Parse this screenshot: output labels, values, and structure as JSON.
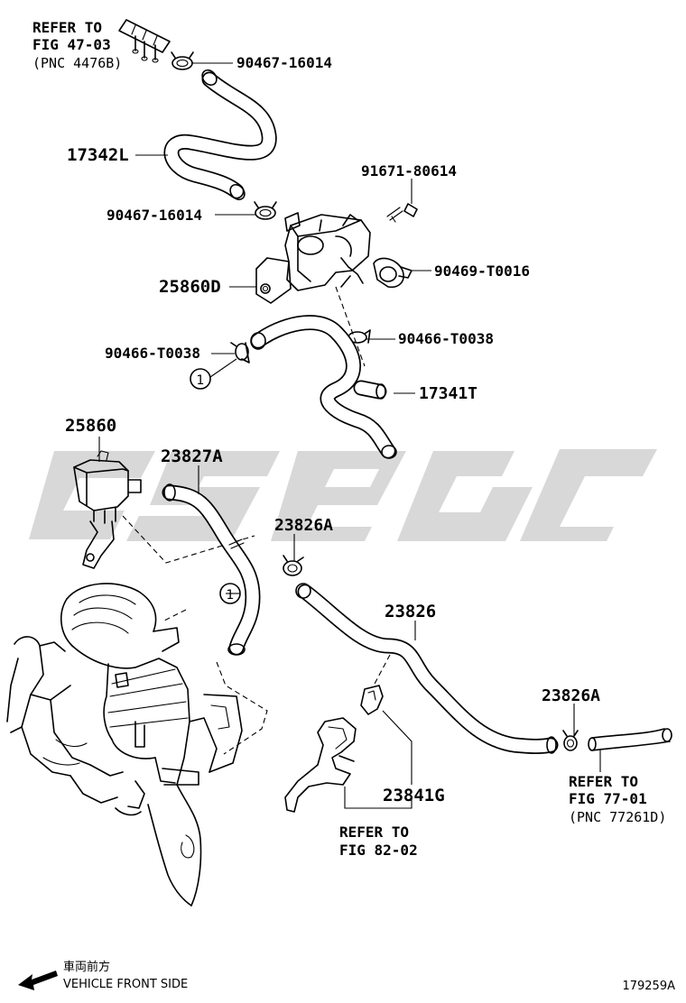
{
  "labels": {
    "ref_47_line1": "REFER TO",
    "ref_47_line2": "FIG 47-03",
    "ref_47_line3": "(PNC 4476B)",
    "clamp_top": "90467-16014",
    "hose_l": "17342L",
    "clamp_mid": "90467-16014",
    "bolt": "91671-80614",
    "vsv_d": "25860D",
    "clamp_right": "90469-T0016",
    "clip_right": "90466-T0038",
    "clip_left": "90466-T0038",
    "circle_upper": "1",
    "hose_t": "17341T",
    "vsv": "25860",
    "hose_a": "23827A",
    "clamp_a_upper": "23826A",
    "circle_lower": "1",
    "hose_main": "23826",
    "clamp_a_lower": "23826A",
    "ref_77_line1": "REFER TO",
    "ref_77_line2": "FIG 77-01",
    "ref_77_line3": "(PNC 77261D)",
    "bracket": "23841G",
    "ref_82_line1": "REFER TO",
    "ref_82_line2": "FIG 82-02"
  },
  "footer": {
    "direction_jp": "車両前方",
    "direction_en": "VEHICLE FRONT SIDE",
    "illustration_no": "179259A"
  },
  "colors": {
    "line": "#000000",
    "watermark": "#cfcfcf",
    "background": "#ffffff"
  },
  "icons": {
    "direction": "arrow-left-down-icon",
    "callout": "circle-callout-icon"
  }
}
